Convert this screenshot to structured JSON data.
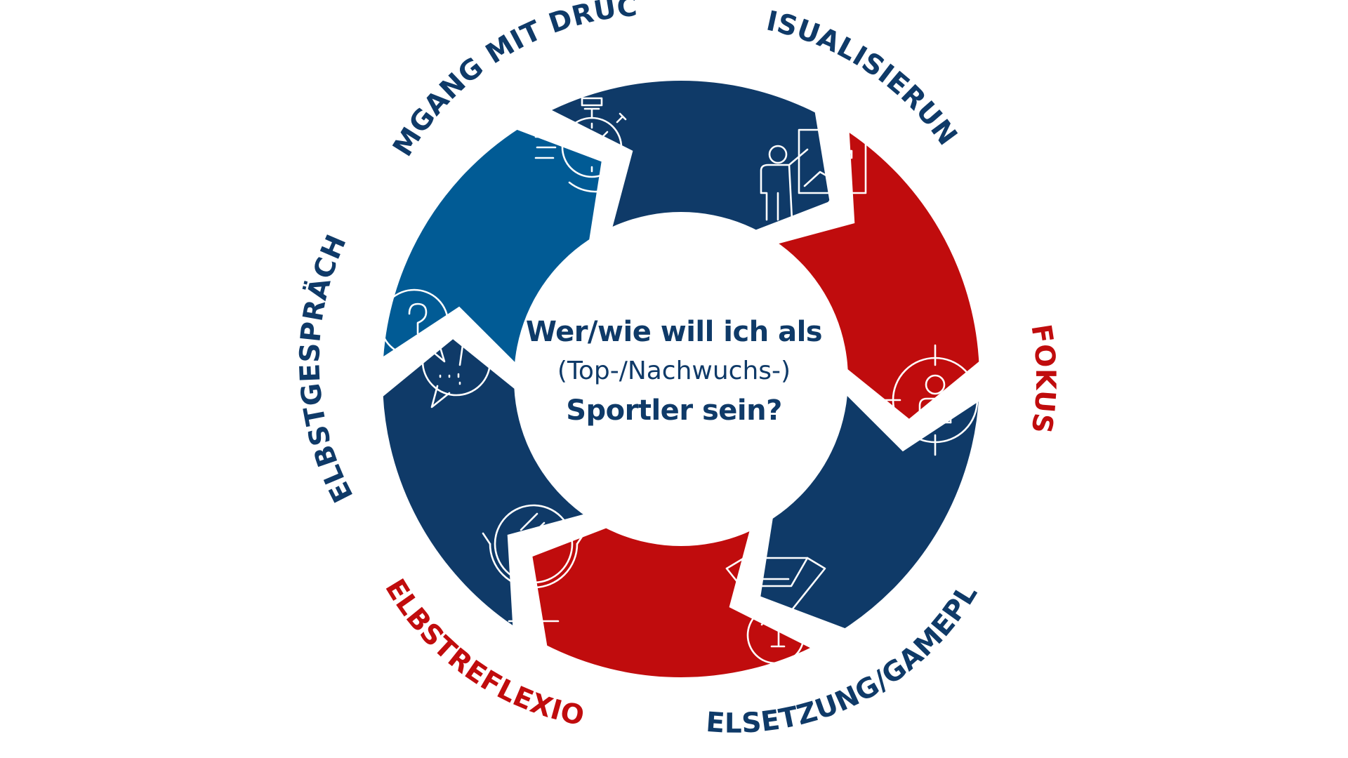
{
  "colors": {
    "navy": "#0f3a68",
    "blue": "#015b95",
    "red": "#c00c0d",
    "white": "#ffffff"
  },
  "center": {
    "line1": "Wer/wie will ich als",
    "line2": "(Top-/Nachwuchs-)",
    "line3": "Sportler sein?"
  },
  "segments": [
    {
      "label": "UMGANG MIT DRUCK",
      "icon": "stopwatch-icon",
      "color": "#015b95"
    },
    {
      "label": "VISUALISIERUNG",
      "icon": "presentation-icon",
      "color": "#0f3a68"
    },
    {
      "label": "FOKUS",
      "icon": "target-person-icon",
      "color": "#c00c0d"
    },
    {
      "label": "ZIELSETZUNG/GAMEPLAN",
      "icon": "medal-icon",
      "color": "#0f3a68"
    },
    {
      "label": "SELBSTREFLEXION",
      "icon": "mirror-icon",
      "color": "#c00c0d"
    },
    {
      "label": "SELBSTGESPRÄCHE",
      "icon": "speech-bubbles-icon",
      "color": "#0f3a68"
    }
  ]
}
